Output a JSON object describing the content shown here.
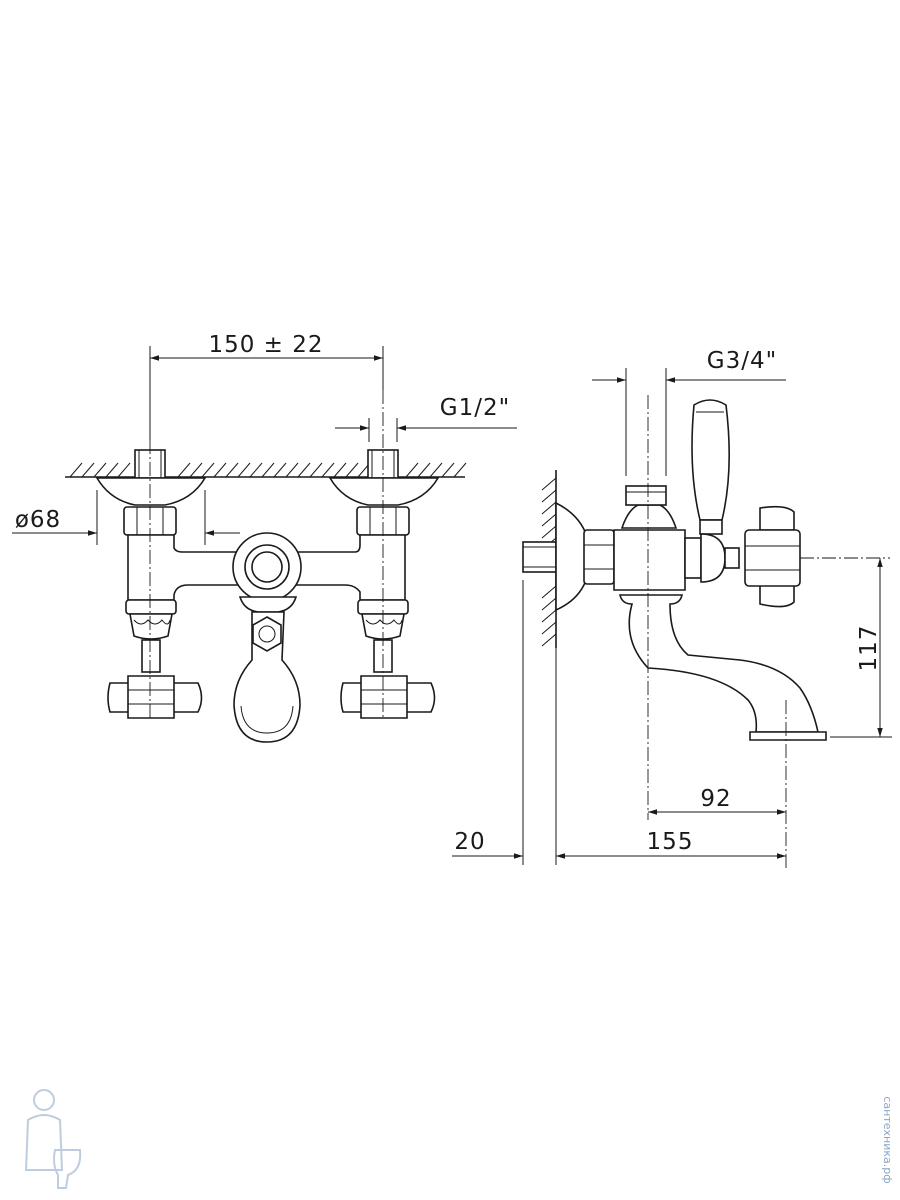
{
  "front_view": {
    "dim_spacing": "150 ± 22",
    "dim_inlet_thread": "G1/2\"",
    "dim_flange_diameter": "ø68"
  },
  "side_view": {
    "dim_outlet_thread": "G3/4\"",
    "dim_height": "117",
    "dim_spout_reach": "92",
    "dim_wall_depth": "20",
    "dim_total_depth": "155"
  },
  "watermark": {
    "text": "сантехника.рф",
    "color": "#8aa6c4"
  }
}
